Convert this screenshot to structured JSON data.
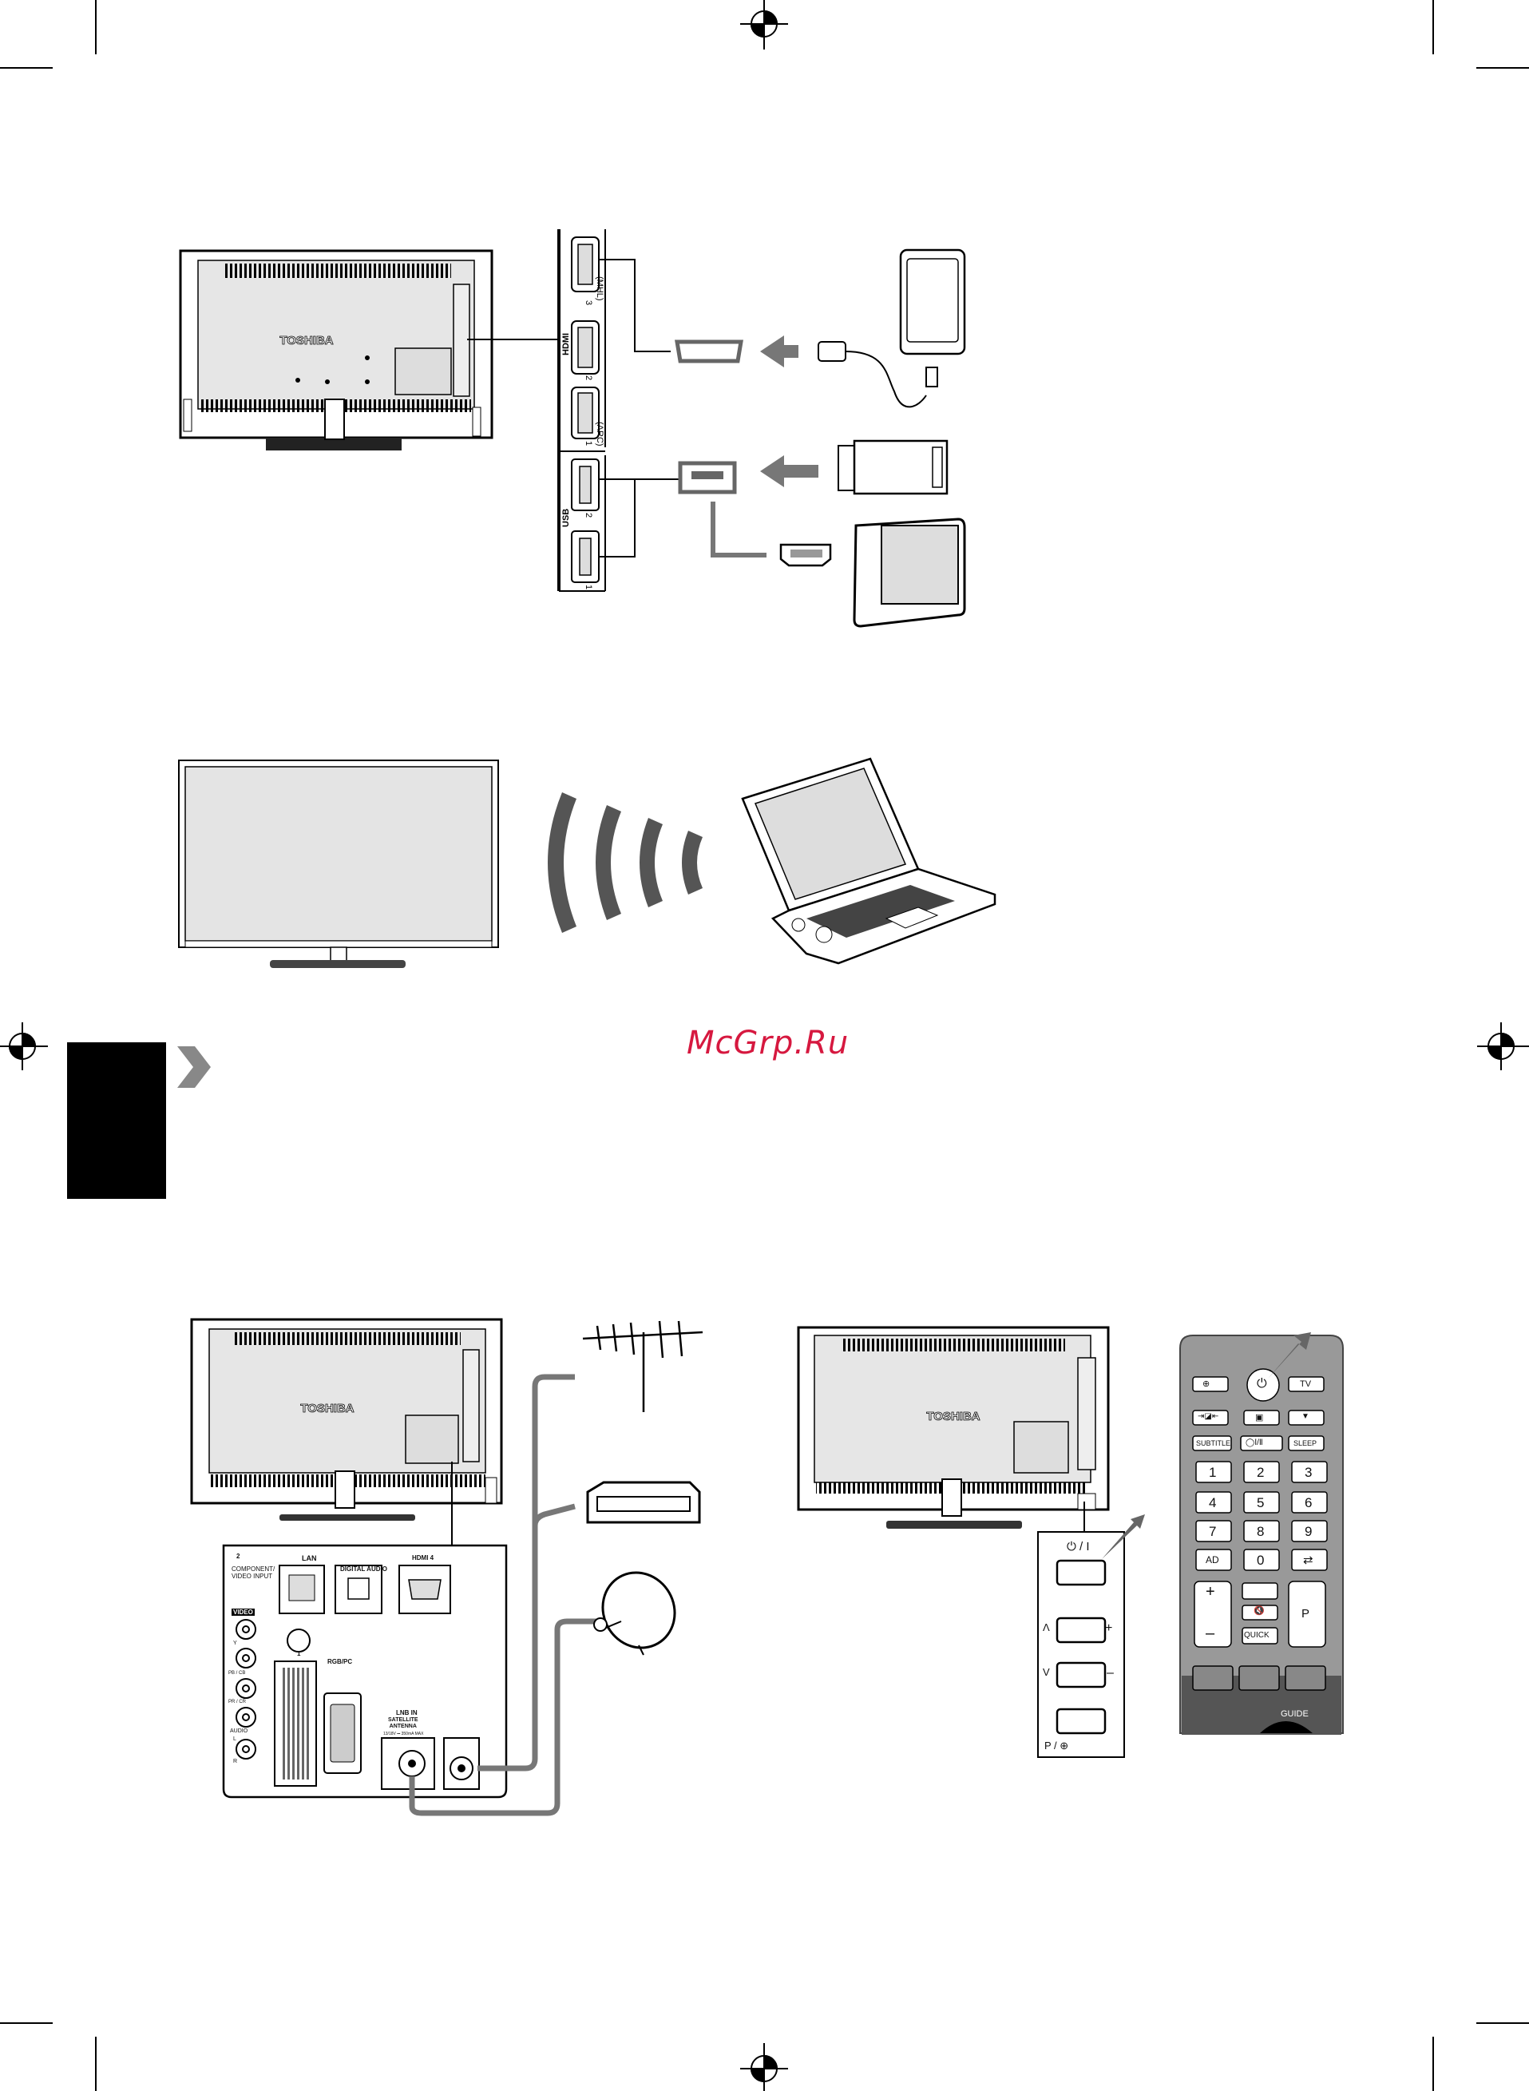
{
  "watermark": "McGrp.Ru",
  "brand": "TOSHIBA",
  "rear_connections": {
    "hdmi_group": "HDMI",
    "hdmi_ports": [
      "3",
      "2",
      "1"
    ],
    "hdmi_notes": [
      "(MHL)",
      "(ARC)"
    ],
    "usb_group": "USB",
    "usb_ports": [
      "2",
      "1"
    ]
  },
  "side_panel": {
    "component_input": "COMPONENT/\nVIDEO INPUT",
    "component_num": "2",
    "lan": "LAN",
    "digital_audio": "DIGITAL AUDIO",
    "hdmi4": "HDMI 4",
    "video": "VIDEO",
    "y": "Y",
    "pb": "PB / CB",
    "pr": "PR / CR",
    "audio": "AUDIO",
    "l": "L",
    "r": "R",
    "scart": "1",
    "rgb_pc": "RGB/PC",
    "lnb_in": "LNB IN",
    "satellite_antenna": "SATELLITE\nANTENNA",
    "lnb_spec": "13/18V ⎓ 350mA MAX"
  },
  "control_panel": {
    "power": "⏻ / I",
    "plus": "+",
    "minus": "–",
    "up": "Λ",
    "down": "V",
    "p_input": "P / ⊕"
  },
  "remote": {
    "row1": [
      "⊕",
      "⏻",
      "TV"
    ],
    "row2": [
      "⇥◪⇤",
      "▣",
      "▼"
    ],
    "row3": [
      "SUBTITLE",
      "◯Ⅰ/Ⅱ",
      "SLEEP"
    ],
    "digits": [
      "1",
      "2",
      "3",
      "4",
      "5",
      "6",
      "7",
      "8",
      "9",
      "AD",
      "0",
      "⇄"
    ],
    "vol_plus": "+",
    "vol_minus": "–",
    "p": "P",
    "mute": "🔇",
    "quick": "QUICK",
    "guide": "GUIDE"
  }
}
